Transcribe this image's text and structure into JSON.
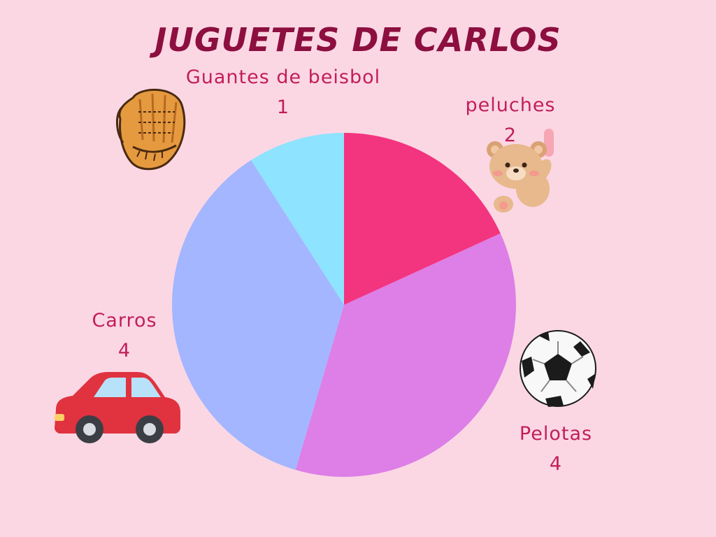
{
  "chart_data": {
    "type": "pie",
    "title": "JUGUETES DE CARLOS",
    "categories": [
      "peluches",
      "Pelotas",
      "Carros",
      "Guantes de beisbol"
    ],
    "values": [
      2,
      4,
      4,
      1
    ],
    "colors": [
      "#f3347f",
      "#dd7fe7",
      "#a3b6ff",
      "#8ee3ff"
    ],
    "value_labels": [
      "2",
      "4",
      "4",
      "1"
    ],
    "icons": [
      "teddy-bear-icon",
      "soccer-ball-icon",
      "car-icon",
      "baseball-glove-icon"
    ]
  }
}
